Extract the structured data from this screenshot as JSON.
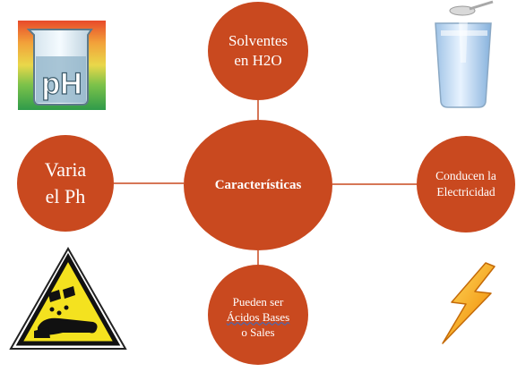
{
  "diagram": {
    "center": {
      "label": "Características"
    },
    "top": {
      "line1": "Solventes",
      "line2": "en H2O"
    },
    "left": {
      "line1": "Varia",
      "line2": "el Ph"
    },
    "right": {
      "line1": "Conducen la",
      "line2": "Electricidad"
    },
    "bottom": {
      "line1": "Pueden ser",
      "line2": "Ácidos Bases",
      "line3": "o Sales"
    }
  },
  "images": {
    "beaker": {
      "label": "pH",
      "icon": "ph-beaker-icon"
    },
    "glass": {
      "icon": "water-glass-icon"
    },
    "warning": {
      "icon": "corrosive-warning-icon"
    },
    "bolt": {
      "icon": "lightning-bolt-icon"
    }
  },
  "colors": {
    "node": "#c9491f",
    "connector": "#c9491f",
    "text": "#ffffff"
  }
}
